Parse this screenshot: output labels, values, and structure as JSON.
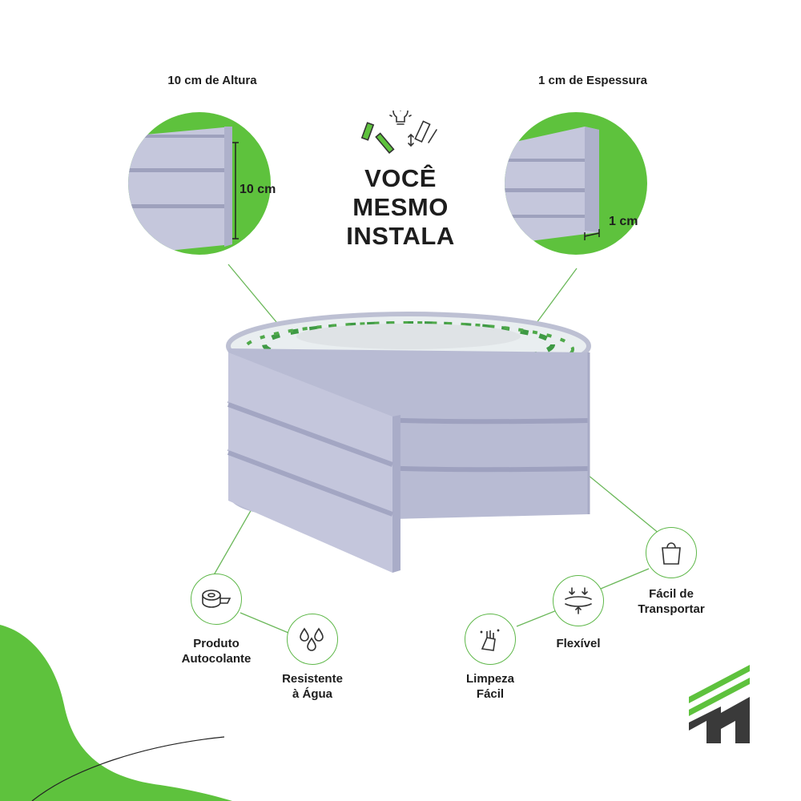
{
  "colors": {
    "green": "#5ec23d",
    "dark_green": "#4aa834",
    "gray": "#b7b9cf",
    "text": "#1d1d1d",
    "logo": "#3a3a3a"
  },
  "headline": {
    "line1": "VOCÊ",
    "line2": "MESMO",
    "line3": "INSTALA"
  },
  "zoom_left": {
    "caption": "10 cm de Altura",
    "measure": "10 cm"
  },
  "zoom_right": {
    "caption": "1 cm de Espessura",
    "measure": "1 cm"
  },
  "features": {
    "autocolante": {
      "line1": "Produto",
      "line2": "Autocolante",
      "icon": "tape-roll-icon"
    },
    "agua": {
      "line1": "Resistente",
      "line2": "à Água",
      "icon": "water-drops-icon"
    },
    "limpeza": {
      "line1": "Limpeza",
      "line2": "Fácil",
      "icon": "cleaning-hand-icon"
    },
    "flexivel": {
      "line1": "Flexível",
      "icon": "flex-arrows-icon"
    },
    "transportar": {
      "line1": "Fácil de",
      "line2": "Transportar",
      "icon": "bag-icon"
    }
  },
  "tools_icon": "diy-tools-icon",
  "logo": "brand-m-logo"
}
